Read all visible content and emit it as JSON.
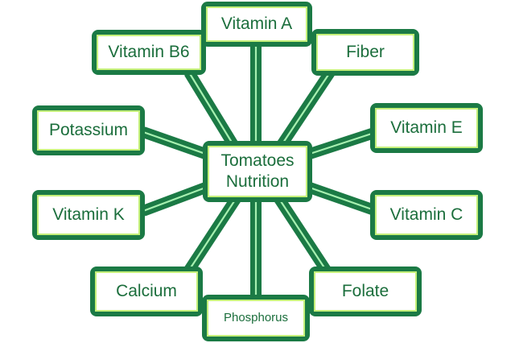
{
  "center": {
    "label": "Tomatoes\nNutrition"
  },
  "nodes": [
    {
      "key": "vitamin-a",
      "label": "Vitamin A"
    },
    {
      "key": "vitamin-b6",
      "label": "Vitamin B6"
    },
    {
      "key": "fiber",
      "label": "Fiber"
    },
    {
      "key": "potassium",
      "label": "Potassium"
    },
    {
      "key": "vitamin-e",
      "label": "Vitamin E"
    },
    {
      "key": "vitamin-k",
      "label": "Vitamin K"
    },
    {
      "key": "vitamin-c",
      "label": "Vitamin C"
    },
    {
      "key": "calcium",
      "label": "Calcium"
    },
    {
      "key": "folate",
      "label": "Folate"
    },
    {
      "key": "phosphorus",
      "label": "Phosphorus"
    }
  ],
  "colors": {
    "frame": "#1b7a45",
    "text": "#1b6e3c",
    "inner_border": "#c5f07a",
    "spoke_highlight": "#a6f0b0",
    "background": "#ffffff"
  }
}
